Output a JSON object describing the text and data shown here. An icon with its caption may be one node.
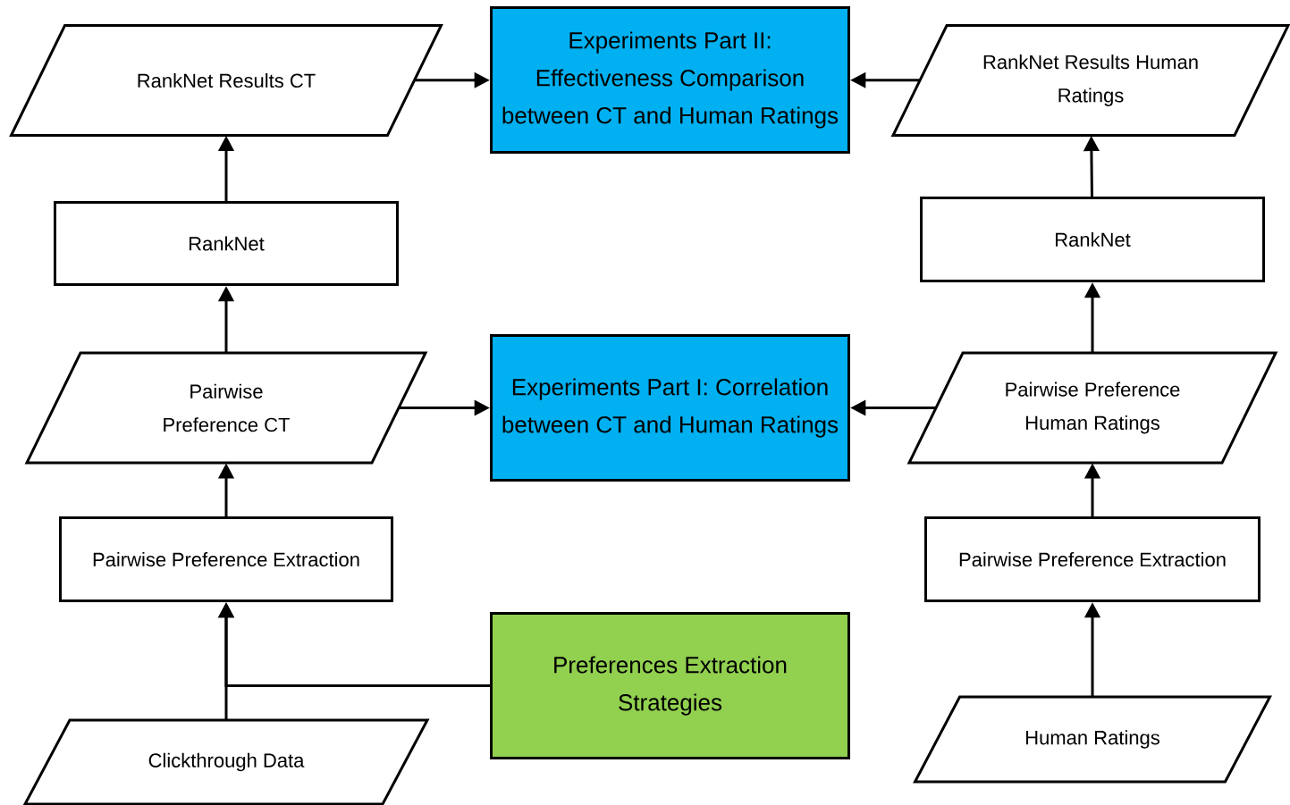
{
  "diagram": {
    "nodes": [
      {
        "text": [
          "RankNet Results CT"
        ]
      },
      {
        "text": [
          "Experiments Part II: Effectiveness Comparison between CT and Human Ratings"
        ]
      },
      {
        "text": [
          "RankNet Results Human Ratings"
        ]
      },
      {
        "text": [
          "RankNet"
        ]
      },
      {
        "text": [
          "RankNet"
        ]
      },
      {
        "text": [
          "Pairwise Preference CT"
        ]
      },
      {
        "text": [
          "Experiments Part I: Correlation between CT and Human Ratings"
        ]
      },
      {
        "text": [
          "Pairwise Preference Human Ratings"
        ]
      },
      {
        "text": [
          "Pairwise Preference Extraction"
        ]
      },
      {
        "text": [
          "Pairwise Preference Extraction"
        ]
      },
      {
        "text": [
          "Preferences Extraction Strategies"
        ]
      },
      {
        "text": [
          "Clickthrough Data"
        ]
      },
      {
        "text": [
          "Human Ratings"
        ]
      }
    ],
    "edges": [
      {
        "from": 11,
        "to": 8,
        "arrow": "to"
      },
      {
        "from": 10,
        "to": 8,
        "arrow": "to"
      },
      {
        "from": 8,
        "to": 5,
        "arrow": "to"
      },
      {
        "from": 5,
        "to": 3,
        "arrow": "to"
      },
      {
        "from": 3,
        "to": 0,
        "arrow": "to"
      },
      {
        "from": 0,
        "to": 1,
        "arrow": "to"
      },
      {
        "from": 5,
        "to": 6,
        "arrow": "to"
      },
      {
        "from": 12,
        "to": 9,
        "arrow": "to"
      },
      {
        "from": 9,
        "to": 7,
        "arrow": "to"
      },
      {
        "from": 7,
        "to": 4,
        "arrow": "to"
      },
      {
        "from": 4,
        "to": 2,
        "arrow": "to"
      },
      {
        "from": 2,
        "to": 1,
        "arrow": "to"
      },
      {
        "from": 7,
        "to": 6,
        "arrow": "to"
      }
    ]
  }
}
